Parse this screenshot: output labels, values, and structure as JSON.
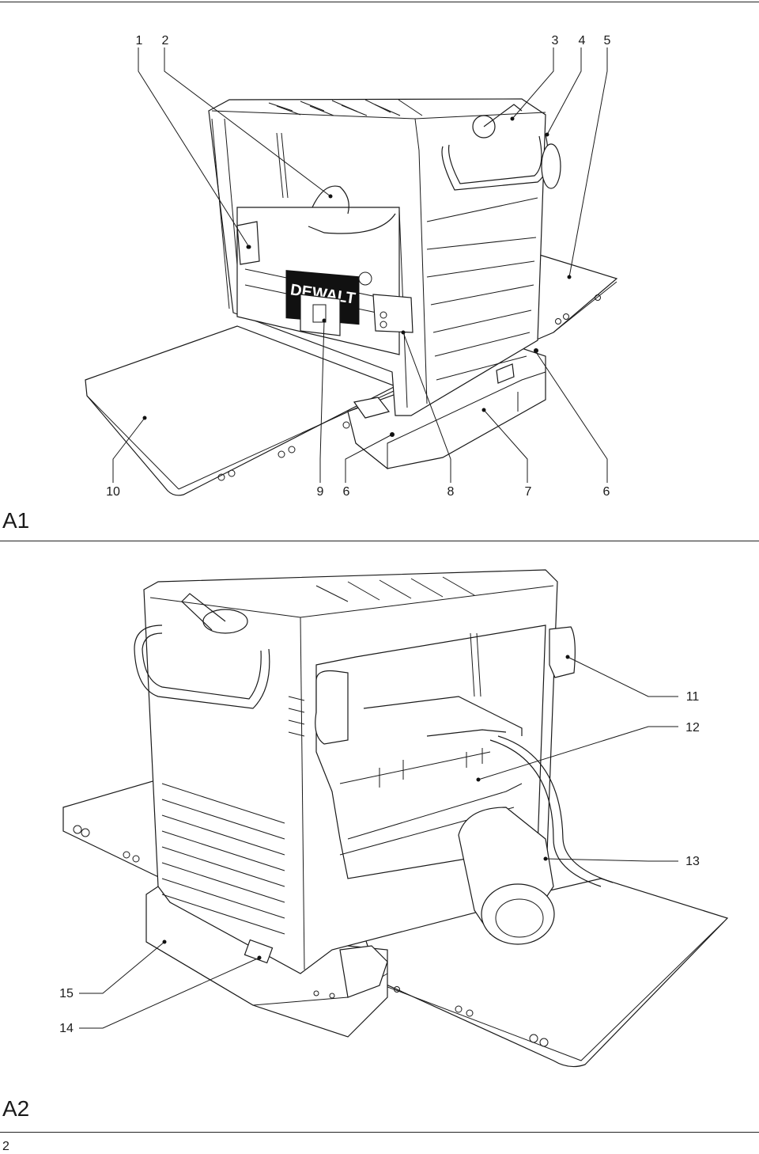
{
  "figures": {
    "a1": {
      "label": "A1",
      "top_callouts": [
        "1",
        "2",
        "3",
        "4",
        "5"
      ],
      "bottom_callouts": [
        "10",
        "9",
        "6",
        "8",
        "7",
        "6"
      ]
    },
    "a2": {
      "label": "A2",
      "right_callouts": [
        "11",
        "12",
        "13"
      ],
      "left_callouts": [
        "15",
        "14"
      ]
    }
  },
  "logo": {
    "brand": "DEWALT"
  },
  "page_number": "2"
}
